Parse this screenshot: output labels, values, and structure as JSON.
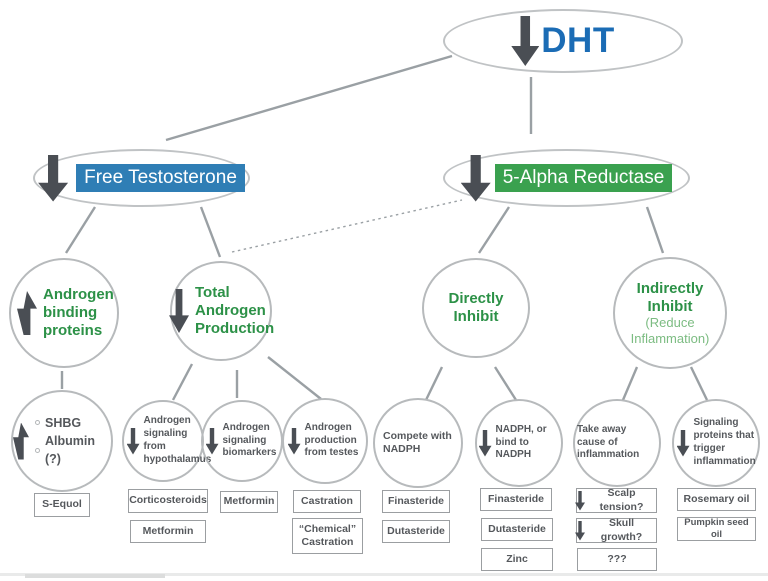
{
  "title": "DHT reduction pathways diagram",
  "colors": {
    "dht_text_blue": "#1b6cb5",
    "blue_highlight": "#2f7eb5",
    "green_highlight": "#3aa14f",
    "green_text": "#2c9147",
    "light_green_text": "#7cbc82",
    "arrow_gray": "#4a4e54",
    "circle_border_gray": "#b7babc",
    "connector_gray": "#9aa0a4",
    "dark_text": "#55585c"
  },
  "nodes": {
    "dht": {
      "label": "DHT",
      "arrow_icon": "decrease-arrow"
    },
    "free_testosterone": {
      "label": "Free Testosterone",
      "arrow_icon": "decrease-arrow"
    },
    "five_alpha_reductase": {
      "label": "5-Alpha Reductase",
      "arrow_icon": "decrease-arrow"
    },
    "androgen_binding": {
      "label": "Androgen binding proteins",
      "arrow_icon": "increase-arrow"
    },
    "total_androgen": {
      "label": "Total Androgen Production",
      "arrow_icon": "decrease-arrow"
    },
    "directly_inhibit": {
      "label": "Directly Inhibit"
    },
    "indirectly_inhibit": {
      "label": "Indirectly Inhibit",
      "sublabel": "(Reduce Inflammation)"
    },
    "shbg_albumin": {
      "items": [
        "SHBG",
        "Albumin (?)"
      ],
      "arrow_icon": "increase-arrow"
    },
    "signaling_hypothalamus": {
      "label": "Androgen signaling from hypothalamus",
      "arrow_icon": "decrease-arrow"
    },
    "signaling_biomarkers": {
      "label": "Androgen signaling biomarkers",
      "arrow_icon": "decrease-arrow"
    },
    "production_testes": {
      "label": "Androgen production from testes",
      "arrow_icon": "decrease-arrow"
    },
    "compete_nadph": {
      "label": "Compete with NADPH"
    },
    "bind_nadph": {
      "label": "NADPH, or bind to NADPH",
      "arrow_icon": "decrease-arrow"
    },
    "remove_inflammation_cause": {
      "label": "Take away cause of inflammation"
    },
    "inflammation_signaling": {
      "label": "Signaling proteins that trigger inflammation",
      "arrow_icon": "decrease-arrow"
    }
  },
  "boxes": {
    "s_equol": "S-Equol",
    "corticosteroids": "Corticosteroids",
    "metformin_hypothalamus": "Metformin",
    "metformin_biomarkers": "Metformin",
    "castration": "Castration",
    "chemical_castration": "“Chemical” Castration",
    "finasteride_compete": "Finasteride",
    "dutasteride_compete": "Dutasteride",
    "finasteride_bind": "Finasteride",
    "dutasteride_bind": "Dutasteride",
    "zinc": "Zinc",
    "scalp_tension": "Scalp tension?",
    "skull_growth": "Skull growth?",
    "unknown": "???",
    "rosemary_oil": "Rosemary oil",
    "pumpkin_seed_oil": "Pumpkin seed oil"
  }
}
